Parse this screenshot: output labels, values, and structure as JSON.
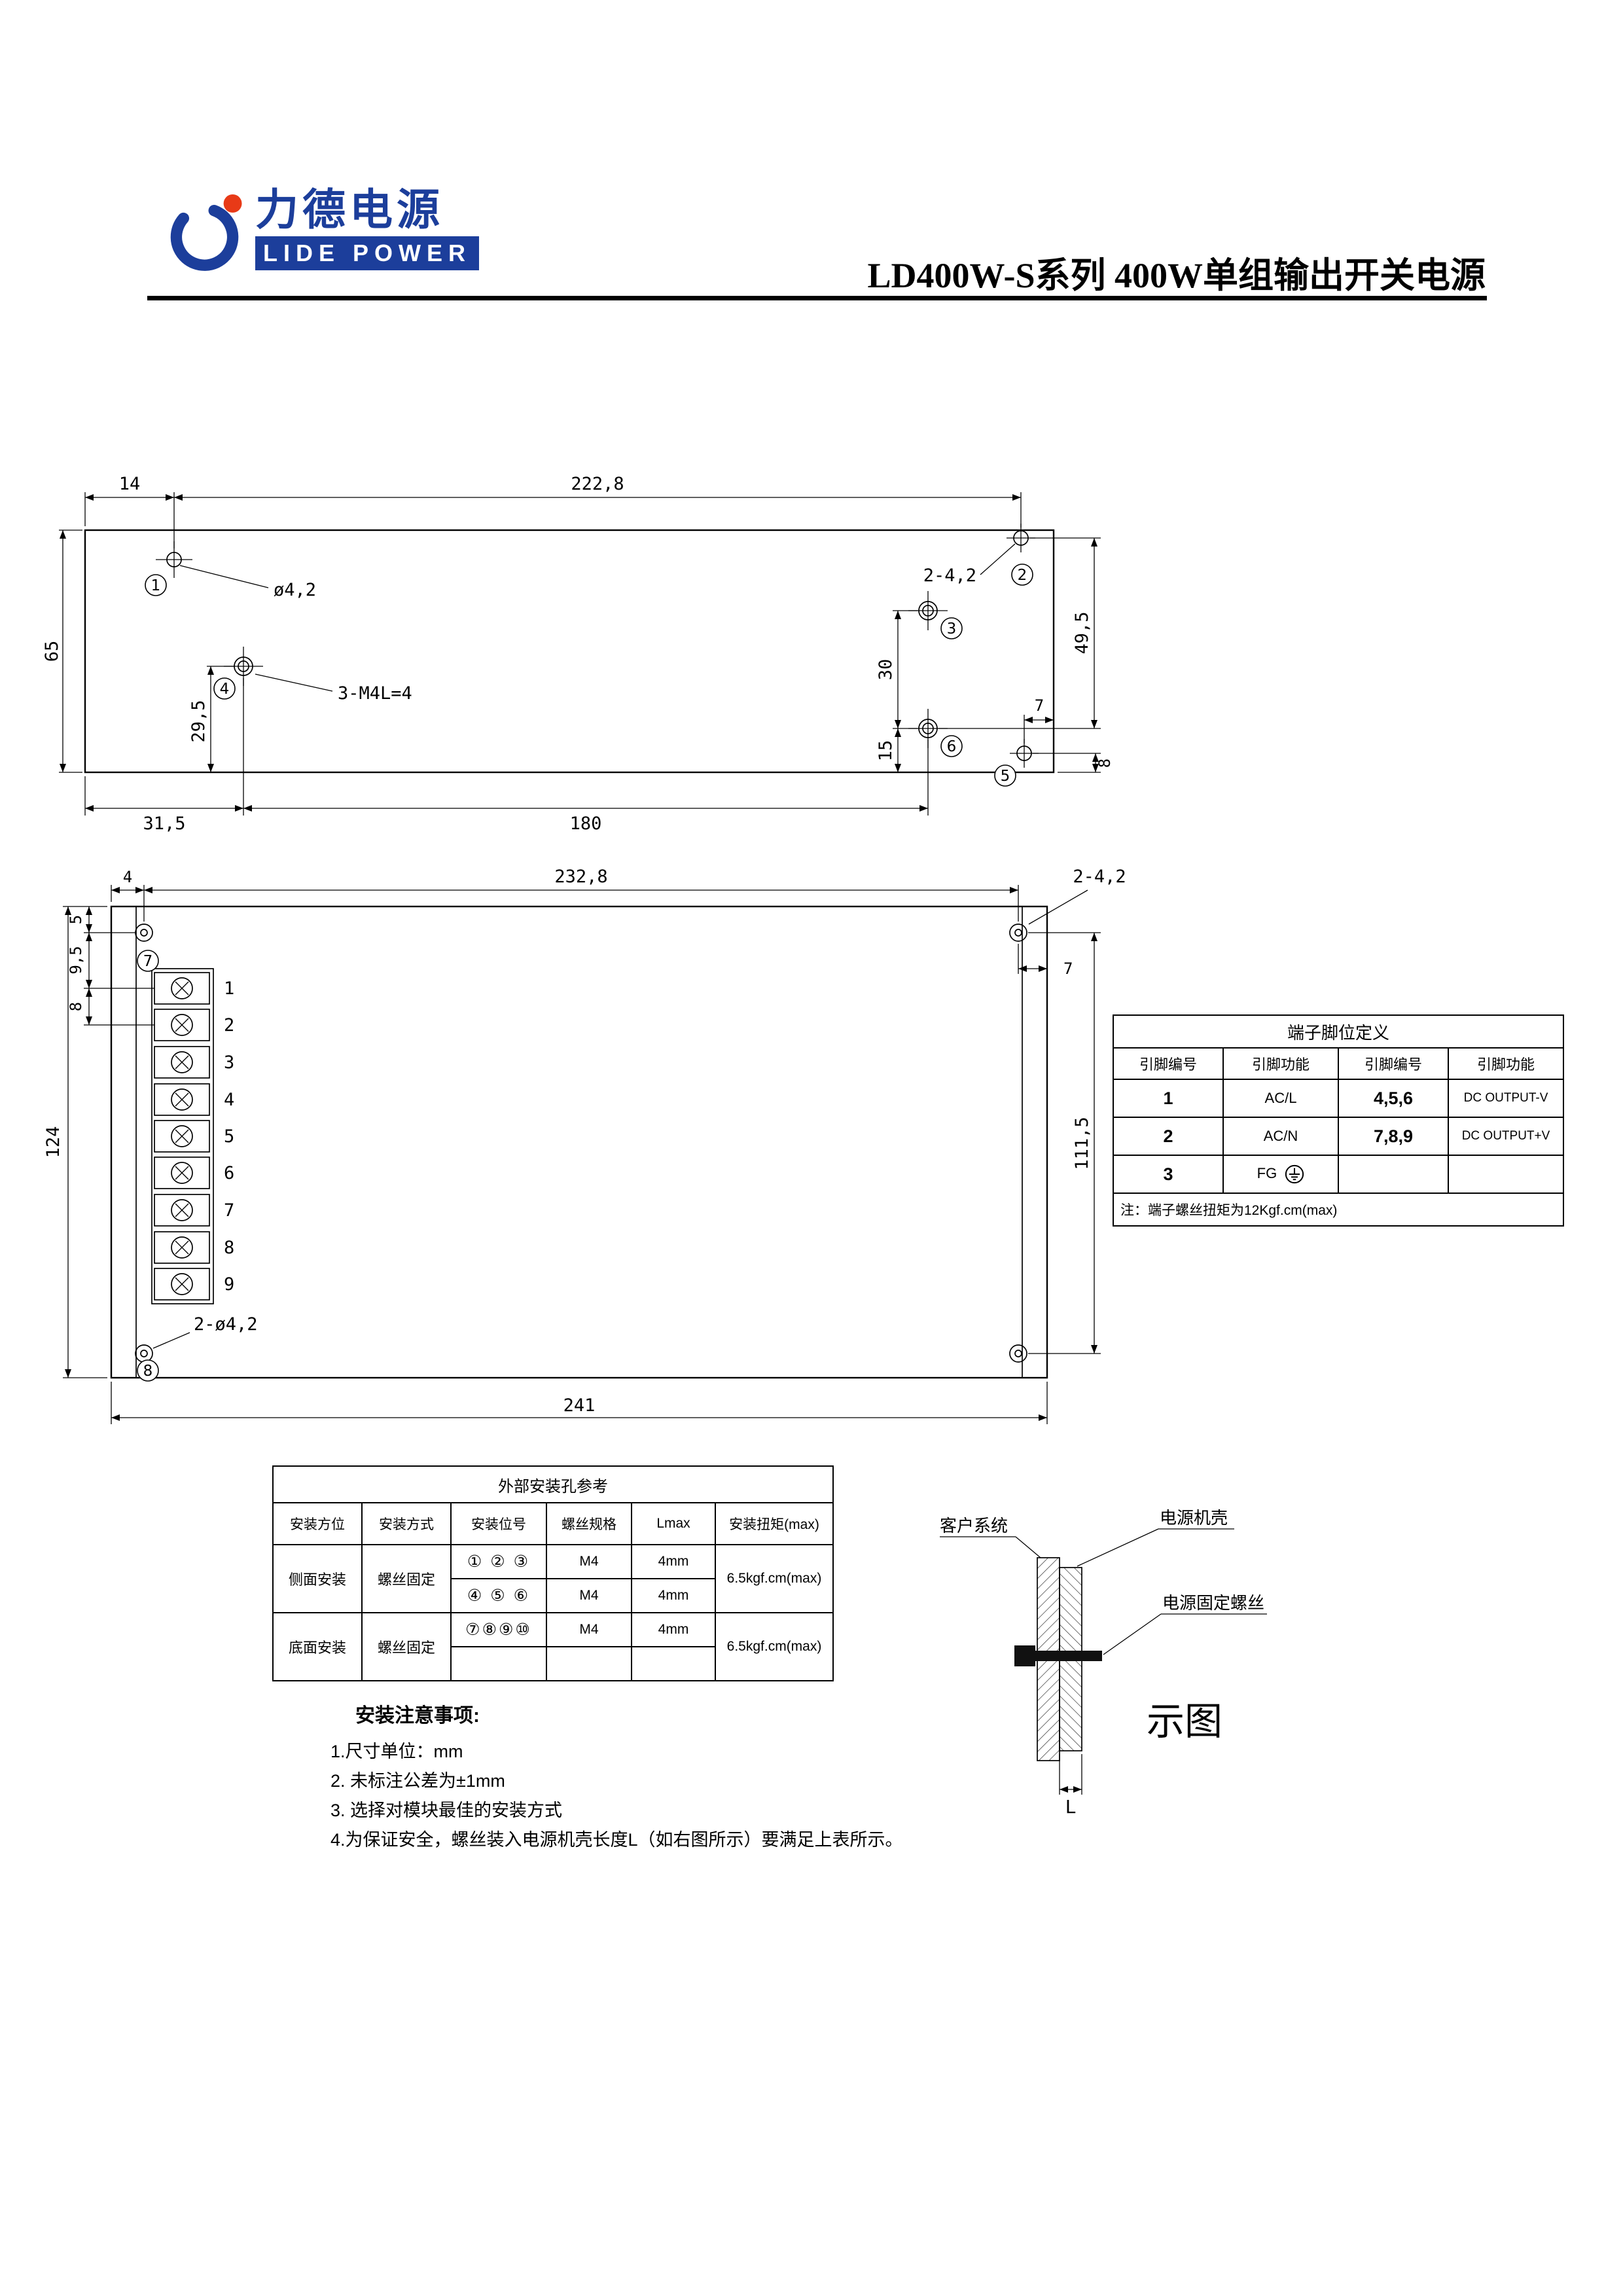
{
  "header": {
    "logo_cn": "力德电源",
    "logo_en": "LIDE POWER",
    "title": "LD400W-S系列 400W单组输出开关电源"
  },
  "drawing1": {
    "dims": {
      "w14": "14",
      "w2228": "222,8",
      "h65": "65",
      "h295": "29,5",
      "w315": "31,5",
      "w180": "180",
      "h495": "49,5",
      "h30": "30",
      "h15": "15",
      "w7": "7",
      "h8": "8"
    },
    "labels": {
      "hole": "ø4,2",
      "corner": "2-4,2",
      "thread": "3-M4L=4"
    },
    "balloons": [
      "1",
      "2",
      "3",
      "4",
      "5",
      "6"
    ]
  },
  "drawing2": {
    "dims": {
      "w4": "4",
      "w2328": "232,8",
      "h5": "5",
      "h95": "9,5",
      "h8": "8",
      "h124": "124",
      "h1115": "111,5",
      "w7": "7",
      "w241": "241"
    },
    "labels": {
      "corner": "2-4,2",
      "holes": "2-ø4,2"
    },
    "balloons": [
      "7",
      "8"
    ],
    "terminals": [
      "1",
      "2",
      "3",
      "4",
      "5",
      "6",
      "7",
      "8",
      "9"
    ]
  },
  "pin_table": {
    "title": "端子脚位定义",
    "headers": [
      "引脚编号",
      "引脚功能",
      "引脚编号",
      "引脚功能"
    ],
    "rows": [
      [
        "1",
        "AC/L",
        "4,5,6",
        "DC OUTPUT-V"
      ],
      [
        "2",
        "AC/N",
        "7,8,9",
        "DC OUTPUT+V"
      ],
      [
        "3",
        "FG",
        "",
        ""
      ]
    ],
    "note": "注：端子螺丝扭矩为12Kgf.cm(max)"
  },
  "mount_table": {
    "title": "外部安装孔参考",
    "headers": [
      "安装方位",
      "安装方式",
      "安装位号",
      "螺丝规格",
      "Lmax",
      "安装扭矩(max)"
    ],
    "side": {
      "pos": "侧面安装",
      "method": "螺丝固定",
      "rows": [
        [
          "① ② ③",
          "M4",
          "4mm"
        ],
        [
          "④ ⑤ ⑥",
          "M4",
          "4mm"
        ]
      ],
      "torque": "6.5kgf.cm(max)"
    },
    "bottom": {
      "pos": "底面安装",
      "method": "螺丝固定",
      "rows": [
        [
          "⑦⑧⑨⑩",
          "M4",
          "4mm"
        ],
        [
          "",
          "",
          ""
        ]
      ],
      "torque": "6.5kgf.cm(max)"
    }
  },
  "diagram": {
    "customer": "客户系统",
    "case": "电源机壳",
    "screw": "电源固定螺丝",
    "l": "L",
    "caption": "示图"
  },
  "notes": {
    "title": "安装注意事项:",
    "items": [
      "1.尺寸单位：mm",
      "2. 未标注公差为±1mm",
      "3. 选择对模块最佳的安装方式",
      "4.为保证安全，螺丝装入电源机壳长度L（如右图所示）要满足上表所示。"
    ]
  }
}
